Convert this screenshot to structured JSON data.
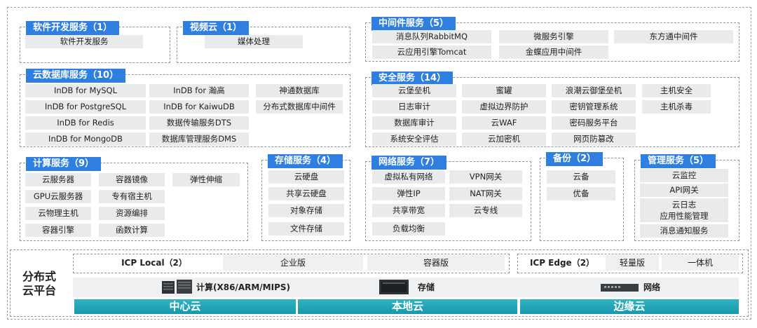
{
  "software": {
    "title": "软件开发服务（1）",
    "items": [
      "软件开发服务"
    ]
  },
  "video": {
    "title": "视频云（1）",
    "items": [
      "媒体处理"
    ]
  },
  "middleware": {
    "title": "中间件服务（5）",
    "items": [
      "消息队列RabbitMQ",
      "微服务引擎",
      "东方通中间件",
      "云应用引擎Tomcat",
      "金蝶应用中间件"
    ]
  },
  "database": {
    "title": "云数据库服务（10）",
    "items": [
      "InDB for MySQL",
      "InDB for  瀚高",
      "神通数据库",
      "InDB for PostgreSQL",
      "InDB for KaiwuDB",
      "分布式数据库中间件",
      "InDB for Redis",
      "数据传输服务DTS",
      "InDB for MongoDB",
      "数据库管理服务DMS"
    ]
  },
  "security": {
    "title": "安全服务（14）",
    "items": [
      "云堡垒机",
      "蜜罐",
      "浪潮云御堡垒机",
      "主机安全",
      "日志审计",
      "虚拟边界防护",
      "密钥管理系统",
      "主机杀毒",
      "数据库审计",
      "云WAF",
      "密码服务平台",
      "系统安全评估",
      "云加密机",
      "网页防篡改"
    ]
  },
  "compute": {
    "title": "计算服务（9）",
    "items": [
      "云服务器",
      "容器镜像",
      "弹性伸缩",
      "GPU云服务器",
      "专有宿主机",
      "云物理主机",
      "资源编排",
      "容器引擎",
      "函数计算"
    ]
  },
  "storage": {
    "title": "存储服务（4）",
    "items": [
      "云硬盘",
      "共享云硬盘",
      "对象存储",
      "文件存储"
    ]
  },
  "network": {
    "title": "网络服务（7）",
    "items": [
      "虚拟私有网络",
      "VPN网关",
      "弹性IP",
      "NAT网关",
      "共享带宽",
      "云专线",
      "负载均衡"
    ]
  },
  "backup": {
    "title": "备份（2）",
    "items": [
      "云备",
      "优备"
    ]
  },
  "management": {
    "title": "管理服务（5）",
    "items": [
      "云监控",
      "API网关",
      "云日志",
      "应用性能管理",
      "消息通知服务"
    ]
  },
  "platform": {
    "label_line1": "分布式",
    "label_line2": "云平台",
    "icp_local": "ICP Local（2）",
    "icp_local_items": [
      "企业版",
      "容器版"
    ],
    "icp_edge": "ICP Edge（2）",
    "icp_edge_items": [
      "轻量版",
      "一体机"
    ],
    "compute_label": "计算(X86/ARM/MIPS)",
    "storage_label": "存储",
    "network_label": "网络",
    "center_cloud": "中心云",
    "local_cloud": "本地云",
    "edge_cloud": "边缘云"
  },
  "colors": {
    "title_blue": "#2f7fe0",
    "teal": "#1fa6b8",
    "item_gray": "#e9eaec"
  }
}
